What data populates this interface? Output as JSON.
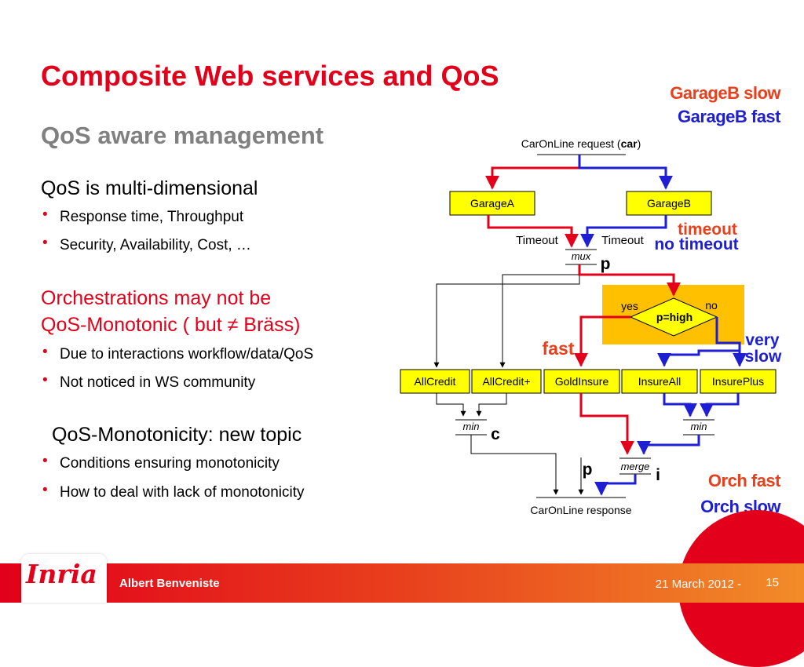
{
  "slide": {
    "title": "Composite Web services and QoS",
    "subtitle": "QoS aware management"
  },
  "left": {
    "heading1": "QoS is multi-dimensional",
    "bullets1": [
      "Response time, Throughput",
      "Security, Availability, Cost, …"
    ],
    "heading2_line1": "Orchestrations may not be",
    "heading2_line2": "QoS-Monotonic (  but ≠ Bräss)",
    "bullets2": [
      "Due to interactions  workflow/data/QoS",
      "Not noticed in WS community"
    ],
    "heading3": "QoS-Monotonicity: new topic",
    "bullets3": [
      "Conditions ensuring monotonicity",
      "How to deal with lack of monotonicity"
    ]
  },
  "legend": {
    "top_red": "GarageB slow",
    "top_blue": "GarageB  fast",
    "bottom_red": "Orch  fast",
    "bottom_blue": "Orch slow"
  },
  "diagram": {
    "request_prefix": "CarOnLine request (",
    "request_bold": "car",
    "request_suffix": ")",
    "garageA": "GarageA",
    "garageB": "GarageB",
    "timeout_left": "Timeout",
    "timeout_right": "Timeout",
    "mux": "mux",
    "p_label": "p",
    "timeout_red": "timeout",
    "no_timeout_blue": "no timeout",
    "yes": "yes",
    "no": "no",
    "decision": "p=high",
    "fast_red": "fast",
    "very_blue": "very",
    "slow_blue": "slow",
    "services": [
      "AllCredit",
      "AllCredit+",
      "GoldInsure",
      "InsureAll",
      "InsurePlus"
    ],
    "min_left": "min",
    "c_label": "c",
    "min_right": "min",
    "p_label2": "p",
    "merge": "merge",
    "i_label": "i",
    "response": "CarOnLine response"
  },
  "footer": {
    "logo": "Inria",
    "author": "Albert Benveniste",
    "date": "21 March 2012 -",
    "page": "15"
  },
  "colors": {
    "brand_red": "#e2001a",
    "blue": "#1e1ed2",
    "orange_red": "#e8401d",
    "box_yellow": "#ffff00",
    "decision_orange": "#ffc000"
  }
}
